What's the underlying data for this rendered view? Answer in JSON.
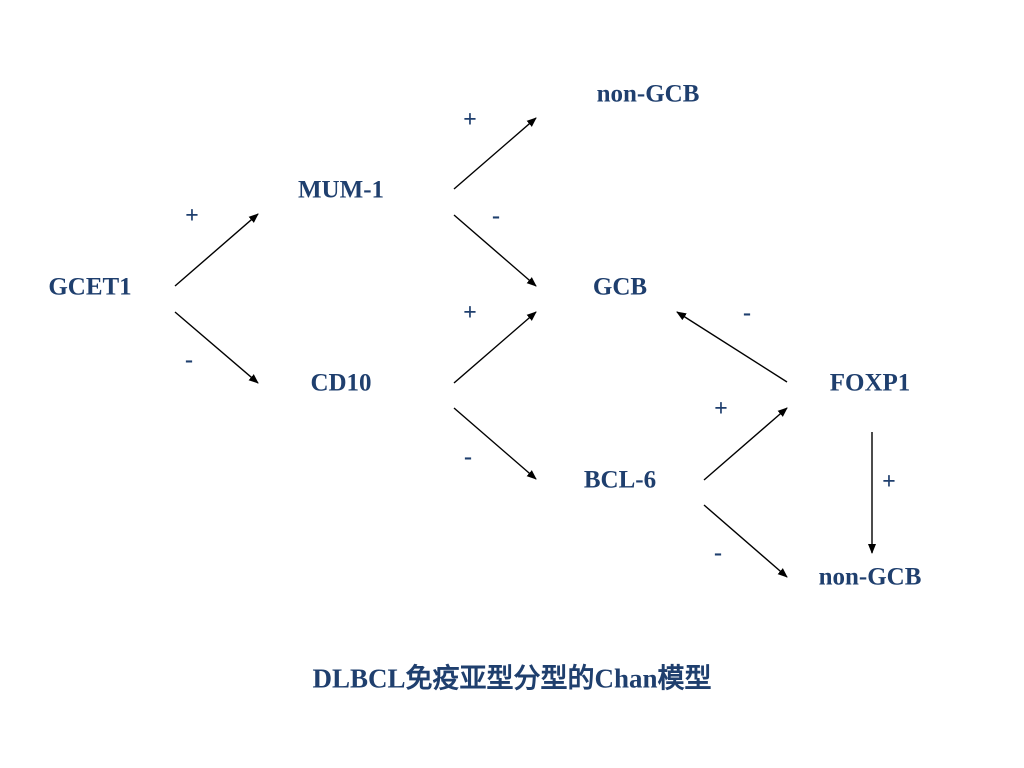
{
  "diagram": {
    "nodes": {
      "gcet1": "GCET1",
      "mum1": "MUM-1",
      "cd10": "CD10",
      "non_gcb_top": "non-GCB",
      "gcb": "GCB",
      "bcl6": "BCL-6",
      "foxp1": "FOXP1",
      "non_gcb_bottom": "non-GCB"
    },
    "edges": [
      {
        "from": "GCET1",
        "to": "MUM-1",
        "sign": "+"
      },
      {
        "from": "GCET1",
        "to": "CD10",
        "sign": "-"
      },
      {
        "from": "MUM-1",
        "to": "non-GCB",
        "sign": "+"
      },
      {
        "from": "MUM-1",
        "to": "GCB",
        "sign": "-"
      },
      {
        "from": "CD10",
        "to": "GCB",
        "sign": "+"
      },
      {
        "from": "CD10",
        "to": "BCL-6",
        "sign": "-"
      },
      {
        "from": "BCL-6",
        "to": "FOXP1",
        "sign": "+"
      },
      {
        "from": "BCL-6",
        "to": "non-GCB",
        "sign": "-"
      },
      {
        "from": "FOXP1",
        "to": "GCB",
        "sign": "-"
      },
      {
        "from": "FOXP1",
        "to": "non-GCB",
        "sign": "+"
      }
    ],
    "caption": "DLBCL免疫亚型分型的Chan模型",
    "colors": {
      "text": "#1f3f6e",
      "arrow": "#000000"
    }
  }
}
